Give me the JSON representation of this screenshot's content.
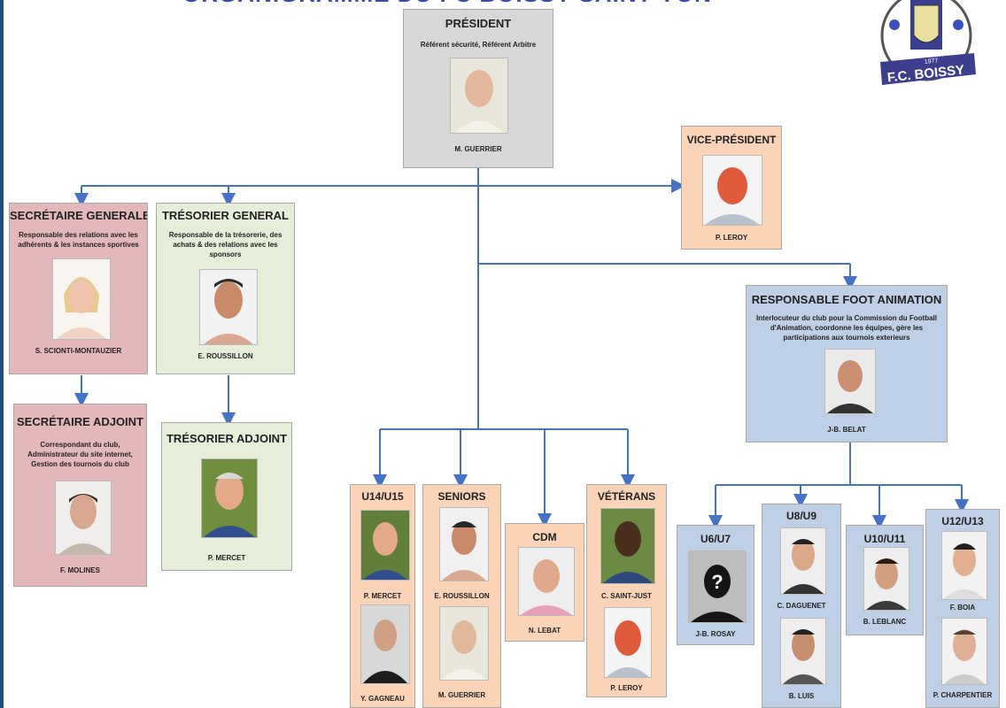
{
  "title": "ORGANIGRAMME DU FC BOISSY SAINT-YON",
  "logo": {
    "year": "1977",
    "text": "F.C. BOISSY"
  },
  "colors": {
    "connector": "#4472c4",
    "grey": "#d7d7d7",
    "orange": "#fbd3b6",
    "pink": "#e3b8bb",
    "green": "#e6eed9",
    "blue": "#bfcfe6"
  },
  "president": {
    "title": "PRÉSIDENT",
    "desc": "Référent sécurité, Référent Arbitre",
    "name": "M. GUERRIER"
  },
  "vice": {
    "title": "VICE-PRÉSIDENT",
    "name": "P. LEROY"
  },
  "secretaire": {
    "title": "SECRÉTAIRE GENERALE",
    "desc": "Responsable des relations avec les adhérents & les instances sportives",
    "name": "S. SCIONTI-MONTAUZIER"
  },
  "tresorier": {
    "title": "TRÉSORIER GENERAL",
    "desc": "Responsable de la trésorerie, des achats & des relations avec les sponsors",
    "name": "E. ROUSSILLON"
  },
  "secretaire_adj": {
    "title": "SECRÉTAIRE ADJOINT",
    "desc": "Correspondant du club, Administrateur du site internet, Gestion des tournois du club",
    "name": "F. MOLINES"
  },
  "tresorier_adj": {
    "title": "TRÉSORIER ADJOINT",
    "name": "P. MERCET"
  },
  "foot_animation": {
    "title": "RESPONSABLE FOOT ANIMATION",
    "desc": "Interlocuteur du club pour la Commission du Football d'Animation, coordonne les équipes, gère les participations aux tournois exterieurs",
    "name": "J-B. BELAT"
  },
  "u14": {
    "title": "U14/U15",
    "names": [
      "P. MERCET",
      "Y. GAGNEAU"
    ]
  },
  "seniors": {
    "title": "SENIORS",
    "names": [
      "E. ROUSSILLON",
      "M. GUERRIER"
    ]
  },
  "cdm": {
    "title": "CDM",
    "names": [
      "N. LEBAT"
    ]
  },
  "veterans": {
    "title": "VÉTÉRANS",
    "names": [
      "C. SAINT-JUST",
      "P. LEROY"
    ]
  },
  "u6": {
    "title": "U6/U7",
    "names": [
      "J-B. ROSAY"
    ]
  },
  "u8": {
    "title": "U8/U9",
    "names": [
      "C. DAGUENET",
      "B. LUIS"
    ]
  },
  "u10": {
    "title": "U10/U11",
    "names": [
      "B. LEBLANC"
    ]
  },
  "u12": {
    "title": "U12/U13",
    "names": [
      "F. BOIA",
      "P. CHARPENTIER"
    ]
  }
}
